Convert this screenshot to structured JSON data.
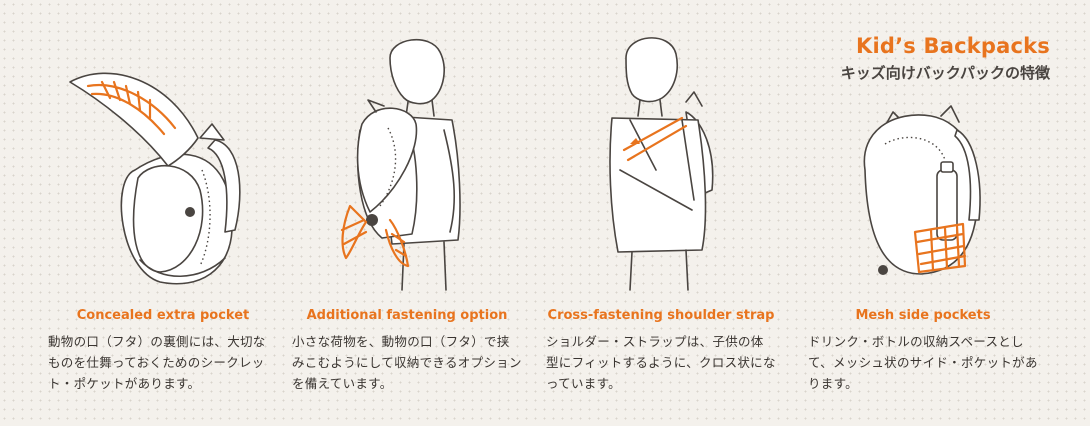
{
  "header": {
    "title": "Kid’s Backpacks",
    "subtitle": "キッズ向けバックパックの特徴"
  },
  "features": [
    {
      "title": "Concealed extra pocket",
      "description": "動物の口（フタ）の裏側には、大切なものを仕舞っておくためのシークレット・ポケットがあります。"
    },
    {
      "title": "Additional fastening option",
      "description": "小さな荷物を、動物の口（フタ）で挟みこむようにして収納できるオプションを備えています。"
    },
    {
      "title": "Cross-fastening shoulder strap",
      "description": "ショルダー・ストラップは、子供の体型にフィットするように、クロス状になっています。"
    },
    {
      "title": "Mesh side pockets",
      "description": "ドリンク・ボトルの収納スペースとして、メッシュ状のサイド・ポケットがあります。"
    }
  ],
  "colors": {
    "accent": "#e8741e",
    "ink": "#3a3531",
    "background": "#f4f1ec"
  }
}
